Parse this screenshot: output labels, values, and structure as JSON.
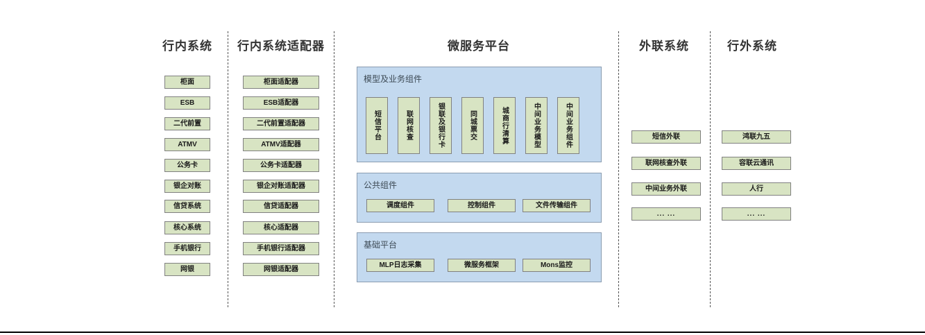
{
  "diagram": {
    "title_bar": "",
    "columns": [
      {
        "id": "internal-systems",
        "title": "行内系统",
        "items": [
          {
            "label": "柜面"
          },
          {
            "label": "ESB"
          },
          {
            "label": "二代前置"
          },
          {
            "label": "ATMV"
          },
          {
            "label": "公务卡"
          },
          {
            "label": "银企对账"
          },
          {
            "label": "信贷系统"
          },
          {
            "label": "核心系统"
          },
          {
            "label": "手机银行"
          },
          {
            "label": "网银"
          }
        ]
      },
      {
        "id": "internal-system-adapters",
        "title": "行内系统适配器",
        "items": [
          {
            "label": "柜面适配器"
          },
          {
            "label": "ESB适配器"
          },
          {
            "label": "二代前置适配器"
          },
          {
            "label": "ATMV适配器"
          },
          {
            "label": "公务卡适配器"
          },
          {
            "label": "银企对账适配器"
          },
          {
            "label": "信贷适配器"
          },
          {
            "label": "核心适配器"
          },
          {
            "label": "手机银行适配器"
          },
          {
            "label": "网银适配器"
          }
        ]
      },
      {
        "id": "microservice-platform",
        "title": "微服务平台",
        "panels": [
          {
            "id": "model-business-components",
            "label": "模型及业务组件",
            "items": [
              {
                "label": "短信平台"
              },
              {
                "label": "联网核查"
              },
              {
                "label": "银联及银行卡"
              },
              {
                "label": "同城票交"
              },
              {
                "label": "城商行清算"
              },
              {
                "label": "中间业务模型"
              },
              {
                "label": "中间业务组件"
              }
            ]
          },
          {
            "id": "public-components",
            "label": "公共组件",
            "items": [
              {
                "label": "调度组件"
              },
              {
                "label": "控制组件"
              },
              {
                "label": "文件传输组件"
              }
            ]
          },
          {
            "id": "base-platform",
            "label": "基础平台",
            "items": [
              {
                "label": "MLP日志采集"
              },
              {
                "label": "微服务框架"
              },
              {
                "label": "Mons监控"
              }
            ]
          }
        ]
      },
      {
        "id": "external-liaison-systems",
        "title": "外联系统",
        "items": [
          {
            "label": "短信外联"
          },
          {
            "label": "联网核查外联"
          },
          {
            "label": "中间业务外联"
          },
          {
            "label": "... ..."
          }
        ]
      },
      {
        "id": "outside-bank-systems",
        "title": "行外系统",
        "items": [
          {
            "label": "鸿联九五"
          },
          {
            "label": "容联云通讯"
          },
          {
            "label": "人行"
          },
          {
            "label": "... ..."
          }
        ]
      }
    ],
    "colors": {
      "node_fill": "#d8e4c3",
      "node_border": "#808080",
      "panel_fill": "#c3d9ef",
      "panel_border": "#8a9cb0",
      "title_text": "#333333",
      "panel_label_text": "#3d4a55",
      "divider": "#555555",
      "background": "#ffffff"
    }
  }
}
